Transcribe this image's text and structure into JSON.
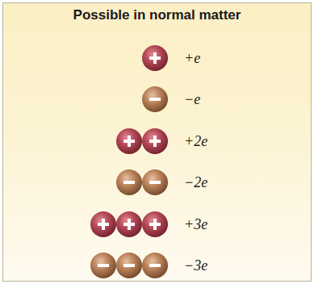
{
  "diagram": {
    "title": "Possible in normal matter",
    "labels": [
      "+e",
      "−e",
      "+2e",
      "−2e",
      "+3e",
      "−3e"
    ]
  }
}
